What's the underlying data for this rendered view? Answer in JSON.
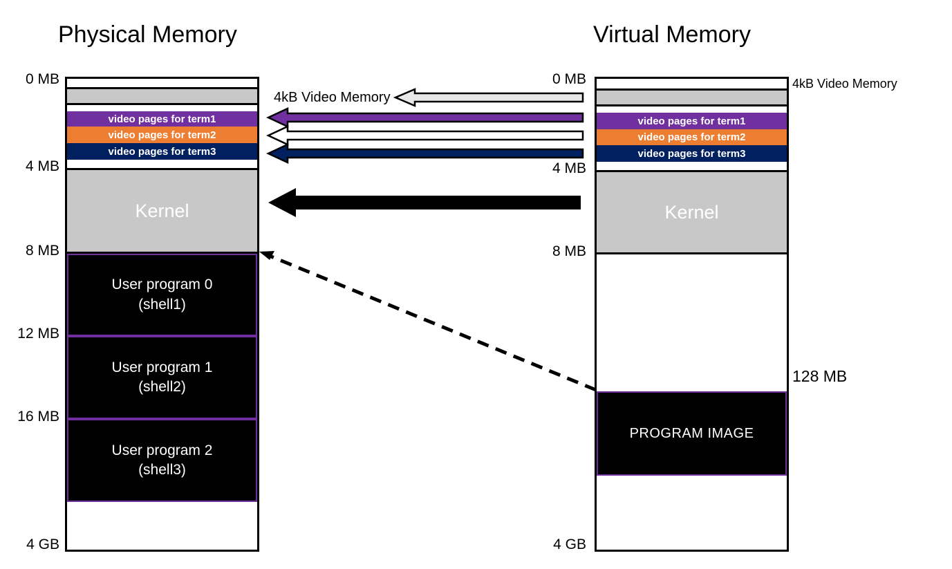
{
  "diagram": {
    "title_physical": "Physical Memory",
    "title_virtual": "Virtual Memory",
    "video_memory_center_label": "4kB Video Memory",
    "video_memory_right_label": "4kB Video Memory"
  },
  "physical": {
    "scale": [
      {
        "key": "p0",
        "label": "0 MB"
      },
      {
        "key": "p4",
        "label": "4 MB"
      },
      {
        "key": "p8",
        "label": "8 MB"
      },
      {
        "key": "p12",
        "label": "12 MB"
      },
      {
        "key": "p16",
        "label": "16 MB"
      },
      {
        "key": "p4g",
        "label": "4 GB"
      }
    ],
    "bands": [
      {
        "name": "video-pages-term1",
        "label": "video pages for term1",
        "color": "#7030A0"
      },
      {
        "name": "video-pages-term2",
        "label": "video pages for term2",
        "color": "#ED7D31"
      },
      {
        "name": "video-pages-term3",
        "label": "video pages for term3",
        "color": "#002060"
      }
    ],
    "kernel_label": "Kernel",
    "programs": [
      {
        "line1": "User program 0",
        "line2": "(shell1)"
      },
      {
        "line1": "User program 1",
        "line2": "(shell2)"
      },
      {
        "line1": "User program 2",
        "line2": "(shell3)"
      }
    ]
  },
  "virtual": {
    "scale": [
      {
        "key": "v0",
        "label": "0 MB"
      },
      {
        "key": "v4",
        "label": "4 MB"
      },
      {
        "key": "v8",
        "label": "8 MB"
      },
      {
        "key": "v128",
        "label": "128 MB"
      },
      {
        "key": "v4g",
        "label": "4 GB"
      }
    ],
    "bands": [
      {
        "name": "video-pages-term1",
        "label": "video pages for term1",
        "color": "#7030A0"
      },
      {
        "name": "video-pages-term2",
        "label": "video pages for term2",
        "color": "#ED7D31"
      },
      {
        "name": "video-pages-term3",
        "label": "video pages for term3",
        "color": "#002060"
      }
    ],
    "kernel_label": "Kernel",
    "program_image_label": "PROGRAM IMAGE"
  },
  "colors": {
    "purple": "#7030A0",
    "orange": "#ED7D31",
    "navy": "#002060",
    "gray": "#c8c8c8",
    "light_gray": "#e8e8e8",
    "black": "#000000"
  },
  "arrows": [
    {
      "name": "video-memory-arrow",
      "fill": "#e8e8e8"
    },
    {
      "name": "term1-mapping-arrow",
      "fill": "#7030A0"
    },
    {
      "name": "term2-mapping-arrow",
      "fill": "#ffffff"
    },
    {
      "name": "term3-mapping-arrow",
      "fill": "#002060"
    },
    {
      "name": "kernel-mapping-arrow",
      "fill": "#000000"
    },
    {
      "name": "program-image-mapping-arrow",
      "fill": "#000000"
    }
  ]
}
